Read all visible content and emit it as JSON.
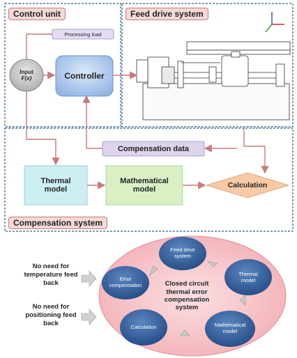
{
  "sections": {
    "control_unit": "Control unit",
    "feed_drive": "Feed drive system",
    "compensation_system": "Compensation system"
  },
  "control": {
    "processing_load": "Processing load",
    "input_line1": "Input",
    "input_line2": "F(x)",
    "controller": "Controller"
  },
  "compensation": {
    "data_label": "Compensation data",
    "thermal_model": "Thermal model",
    "mathematical_model": "Mathematical model",
    "calculation": "Calculation"
  },
  "cycle": {
    "center_text": "Closed circuit thermal error compensation system",
    "nodes": {
      "feed_drive": "Feed drive system",
      "thermal_model": "Thermal model",
      "mathematical_model": "Mathematical model",
      "calculation": "Calculation",
      "error_compensation": "Error compensation"
    },
    "note_temperature": "No need for temperature feed back",
    "note_positioning": "No need for positioning feed back"
  },
  "colors": {
    "panel_border": "#2b5d8a",
    "label_fill": "#f4d9d6",
    "arrow": "#c9797a",
    "controller_fill": "#a9c6ec",
    "thermal_fill": "#cdeef3",
    "math_fill": "#d9f0c4",
    "calc_fill": "#f7c9a5",
    "comp_data_fill": "#ddd4ec",
    "ellipse_fill": "#f6c2c6",
    "node_fill": "#2d5b93"
  }
}
